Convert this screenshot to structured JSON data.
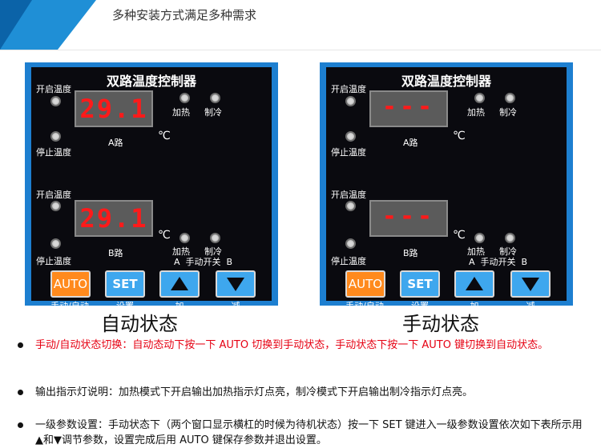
{
  "header": {
    "title": "多种安装方式满足多种需求"
  },
  "panel_left": {
    "title": "双路温度控制器",
    "a": {
      "open_label": "开启温度",
      "stop_label": "停止温度",
      "value": "29.1",
      "unit": "℃",
      "channel": "A路",
      "heat_label": "加热",
      "cool_label": "制冷"
    },
    "b": {
      "open_label": "开启温度",
      "stop_label": "停止温度",
      "value": "29.1",
      "unit": "℃",
      "channel": "B路",
      "heat_label": "加热",
      "cool_label": "制冷",
      "ab_label": "A  手动开关  B"
    },
    "buttons": {
      "auto": "AUTO",
      "set": "SET",
      "auto_label": "手动/自动",
      "set_label": "设置",
      "up_label": "加",
      "down_label": "减"
    },
    "state": "自动状态"
  },
  "panel_right": {
    "title": "双路温度控制器",
    "a": {
      "open_label": "开启温度",
      "stop_label": "停止温度",
      "value": "---",
      "unit": "℃",
      "channel": "A路",
      "heat_label": "加热",
      "cool_label": "制冷"
    },
    "b": {
      "open_label": "开启温度",
      "stop_label": "停止温度",
      "value": "---",
      "unit": "℃",
      "channel": "B路",
      "heat_label": "加热",
      "cool_label": "制冷",
      "ab_label": "A  手动开关  B"
    },
    "buttons": {
      "auto": "AUTO",
      "set": "SET",
      "auto_label": "手动/自动",
      "set_label": "设置",
      "up_label": "加",
      "down_label": "减"
    },
    "state": "手动状态"
  },
  "bullets": [
    {
      "text": "手动/自动状态切换：自动态动下按一下 AUTO 切换到手动状态，手动状态下按一下 AUTO 键切换到自动状态。",
      "color": "#e60012"
    },
    {
      "text": "输出指示灯说明：加热模式下开启输出加热指示灯点亮，制冷模式下开启输出制冷指示灯点亮。",
      "color": "#111111"
    },
    {
      "text": "一级参数设置：手动状态下（两个窗口显示横杠的时候为待机状态）按一下 SET 键进入一级参数设置依次如下表所示用▲和▼调节参数，设置完成后用 AUTO 键保存参数并退出设置。",
      "color": "#111111"
    }
  ]
}
